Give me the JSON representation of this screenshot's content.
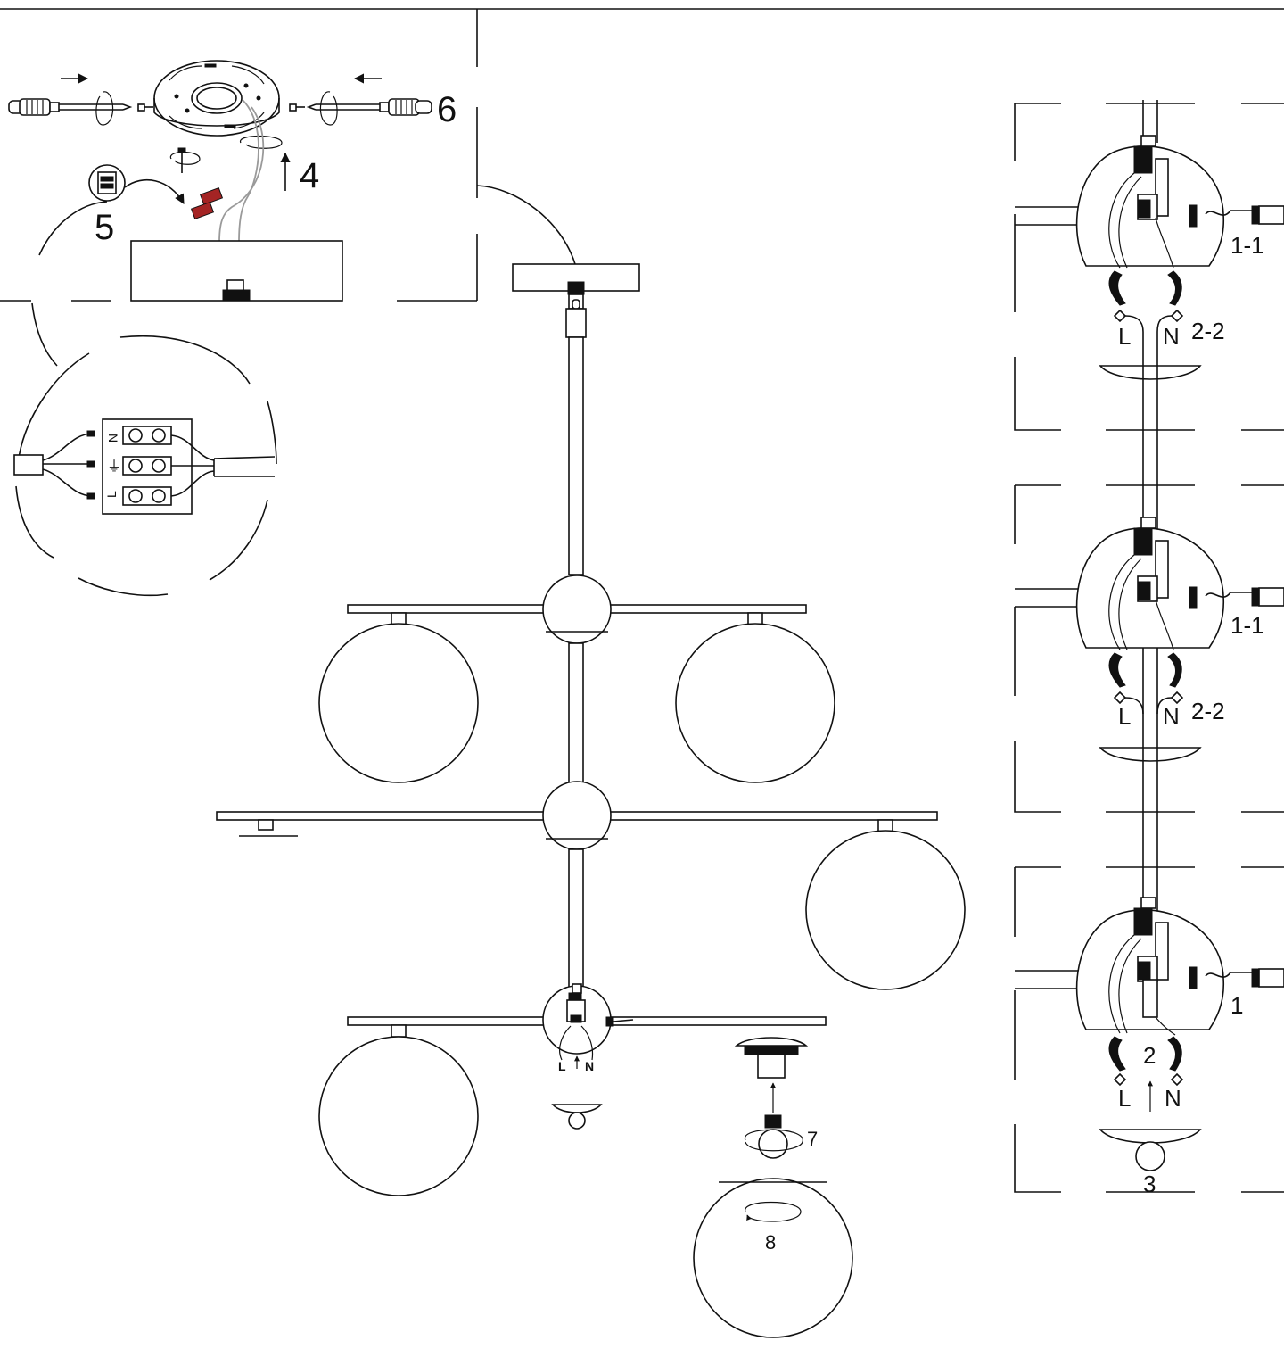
{
  "colors": {
    "line": "#111111",
    "wire_connector": "#a42424",
    "guide_wire": "#9a9a9a",
    "background": "#ffffff"
  },
  "steps": {
    "s4": "4",
    "s5": "5",
    "s6": "6",
    "s7": "7",
    "s8": "8"
  },
  "terminal": {
    "n": "N",
    "earth": "⏚",
    "l": "L"
  },
  "detail_top": {
    "step_a": "1-1",
    "step_b": "2-2",
    "live": "L",
    "neutral": "N"
  },
  "detail_mid": {
    "step_a": "1-1",
    "step_b": "2-2",
    "live": "L",
    "neutral": "N"
  },
  "detail_bottom": {
    "step_a": "1",
    "step_b": "2",
    "step_c": "3",
    "live": "L",
    "neutral": "N"
  },
  "hub_labels": {
    "live": "L",
    "neutral": "N"
  },
  "icons": [
    "screwdriver-icon",
    "rotate-icon",
    "arrow-icon",
    "connector-block-icon",
    "wire-nut-icon",
    "bulb-icon"
  ]
}
